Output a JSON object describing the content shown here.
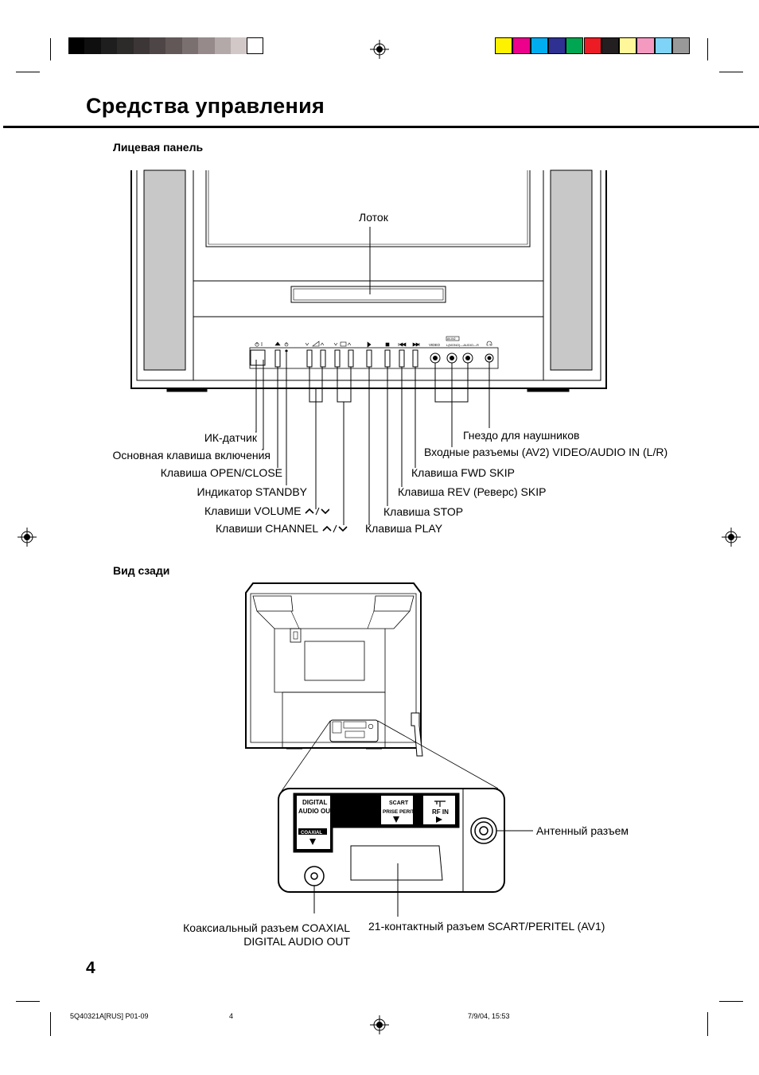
{
  "page_title": "Средства управления",
  "front_panel": {
    "heading": "Лицевая панель",
    "labels": {
      "tray": "Лоток",
      "ir_sensor": "ИК-датчик",
      "main_power": "Основная клавиша включения",
      "open_close": "Клавиша OPEN/CLOSE",
      "standby": "Индикатор STANDBY",
      "volume": "Клавиши VOLUME",
      "channel": "Клавиши CHANNEL",
      "headphone": "Гнездо для наушников",
      "av2_inputs": "Входные разъемы (AV2) VIDEO/AUDIO IN (L/R)",
      "fwd_skip": "Клавиша FWD SKIP",
      "rev_skip": "Клавиша REV (Реверс) SKIP",
      "stop": "Клавиша STOP",
      "play": "Клавиша PLAY"
    },
    "panel_marks": {
      "video": "VIDEO",
      "av2": "AV-IN2"
    }
  },
  "rear_view": {
    "heading": "Вид сзади",
    "panel": {
      "digital_line1": "DIGITAL",
      "digital_line2": "AUDIO OUT",
      "coaxial": "COAXIAL",
      "scart_line1": "SCART",
      "scart_line2": "PRISE PERITEL",
      "rf_in": "RF IN"
    },
    "labels": {
      "antenna": "Антенный разъем",
      "coax_line1": "Коаксиальный разъем COAXIAL",
      "coax_line2": "DIGITAL AUDIO OUT",
      "scart": "21-контактный разъем SCART/PERITEL (AV1)"
    }
  },
  "page_number": "4",
  "footer": {
    "doc_code": "5Q40321A[RUS] P01-09",
    "page": "4",
    "datetime": "7/9/04, 15:53"
  },
  "colors": {
    "gray_bar": [
      "#000000",
      "#0f0f0f",
      "#1e1e1e",
      "#2d2a2a",
      "#3d3636",
      "#4e4646",
      "#625858",
      "#7b7070",
      "#968a8a",
      "#b4a9a9",
      "#d2c8c8",
      "#ffffff"
    ],
    "color_bar": [
      "#fff200",
      "#ec008c",
      "#00aeef",
      "#2e3192",
      "#00a651",
      "#ed1c24",
      "#231f20",
      "#fff799",
      "#f49ac1",
      "#7fd3f7",
      "#999999"
    ]
  }
}
